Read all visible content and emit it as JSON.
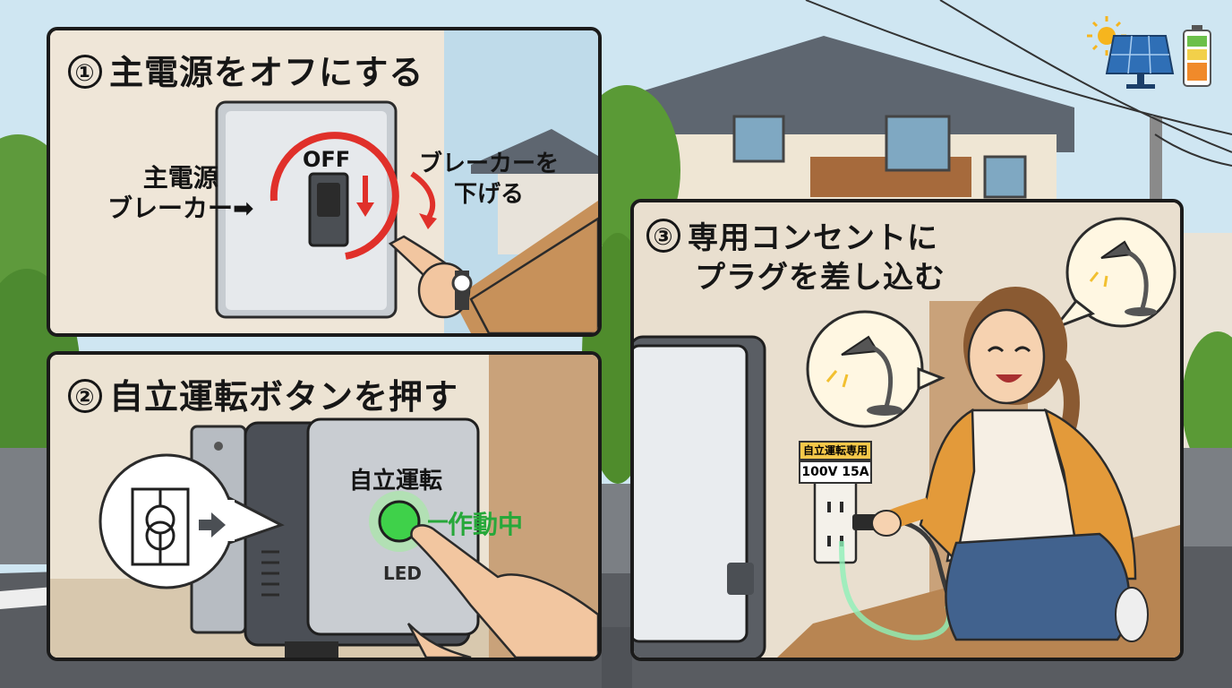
{
  "panel1": {
    "number": "①",
    "title": "主電源をオフにする",
    "breaker_label_line1": "主電源",
    "breaker_label_line2": "ブレーカー",
    "arrow_glyph": "➡",
    "off_label": "OFF",
    "action_line1": "ブレーカーを",
    "action_line2": "下げる"
  },
  "panel2": {
    "number": "②",
    "title": "自立運転ボタンを押す",
    "device_label": "自立運転",
    "status_label": "作動中",
    "led_label": "LED"
  },
  "panel3": {
    "number": "③",
    "title_line1": "専用コンセントに",
    "title_line2": "プラグを差し込む",
    "outlet_label": "自立運転専用",
    "outlet_rating": "100V 15A"
  },
  "icons": [
    "sun-icon",
    "solar-panel-icon",
    "battery-icon",
    "desk-lamp-icon",
    "transformer-icon",
    "wristwatch-icon"
  ],
  "colors": {
    "accent_red": "#e0302a",
    "led_green": "#3fd14a",
    "status_green": "#27a83a",
    "cardigan": "#e39a3a",
    "panel_border": "#1b1b1b"
  }
}
